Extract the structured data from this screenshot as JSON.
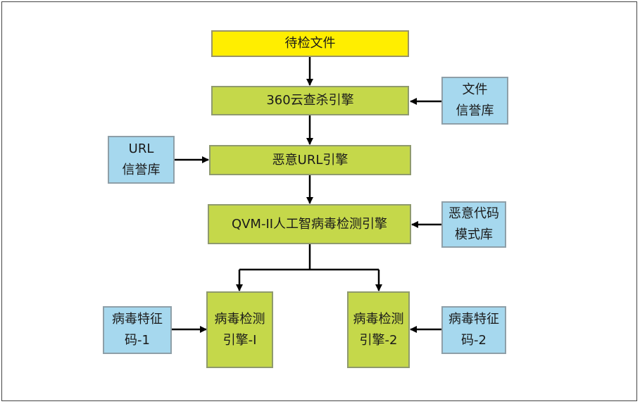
{
  "nodes": {
    "input_file": "待检文件",
    "cloud_engine": "360云查杀引擎",
    "url_engine": "恶意URL引擎",
    "qvm_engine": "QVM-II人工智病毒检测引擎",
    "sig_engine_1": [
      "病毒检测",
      "引擎-I"
    ],
    "sig_engine_2": [
      "病毒检测",
      "引擎-2"
    ],
    "file_reputation_db": [
      "文件",
      "信誉库"
    ],
    "url_reputation_db": [
      "URL",
      "信誉库"
    ],
    "malicious_pattern_db": [
      "恶意代码",
      "模式库"
    ],
    "virus_signature_1": [
      "病毒特征",
      "码-1"
    ],
    "virus_signature_2": [
      "病毒特征",
      "码-2"
    ]
  },
  "colors": {
    "input": "#ffee00",
    "engine": "#c5d84a",
    "database": "#a6d8ee",
    "arrow": "#000000"
  }
}
